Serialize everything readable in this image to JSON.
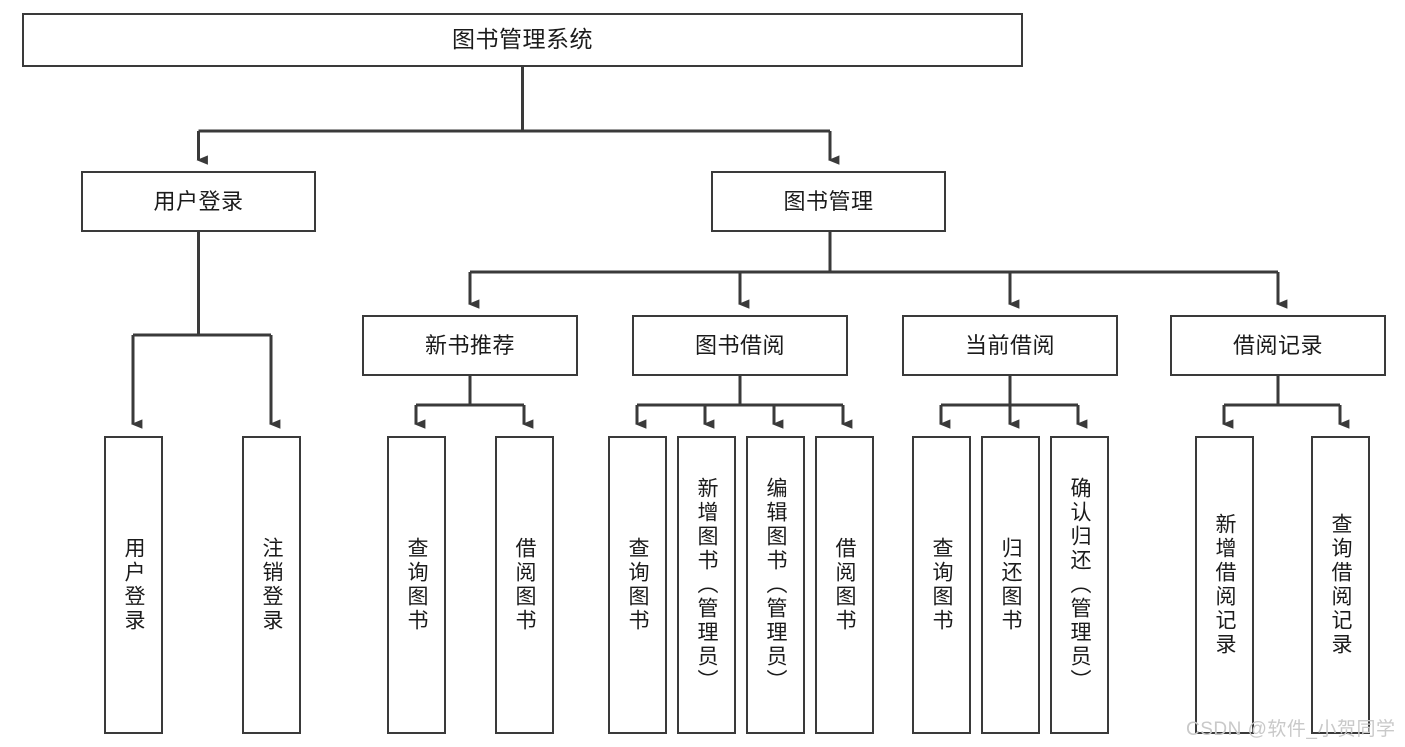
{
  "diagram": {
    "type": "tree",
    "title": "图书管理系统",
    "orientation": "top-down",
    "colors": {
      "box_border": "#3a3a3a",
      "box_fill": "#ffffff",
      "connector": "#3a3a3a",
      "text": "#1b1b1b",
      "watermark": "#c9c9c9",
      "background": "#ffffff"
    },
    "root": {
      "label": "图书管理系统"
    },
    "level1": [
      {
        "label": "用户登录"
      },
      {
        "label": "图书管理"
      }
    ],
    "level2": [
      {
        "label": "新书推荐"
      },
      {
        "label": "图书借阅"
      },
      {
        "label": "当前借阅"
      },
      {
        "label": "借阅记录"
      }
    ],
    "leaves": {
      "user_login": [
        {
          "label": "用户登录"
        },
        {
          "label": "注销登录"
        }
      ],
      "new_book_recommend": [
        {
          "label": "查询图书"
        },
        {
          "label": "借阅图书"
        }
      ],
      "book_borrow": [
        {
          "label": "查询图书"
        },
        {
          "label": "新增图书（管理员）"
        },
        {
          "label": "编辑图书（管理员）"
        },
        {
          "label": "借阅图书"
        }
      ],
      "current_borrow": [
        {
          "label": "查询图书"
        },
        {
          "label": "归还图书"
        },
        {
          "label": "确认归还（管理员）"
        }
      ],
      "borrow_record": [
        {
          "label": "新增借阅记录"
        },
        {
          "label": "查询借阅记录"
        }
      ]
    }
  },
  "watermark": {
    "text": "CSDN @软件_小贺同学"
  }
}
